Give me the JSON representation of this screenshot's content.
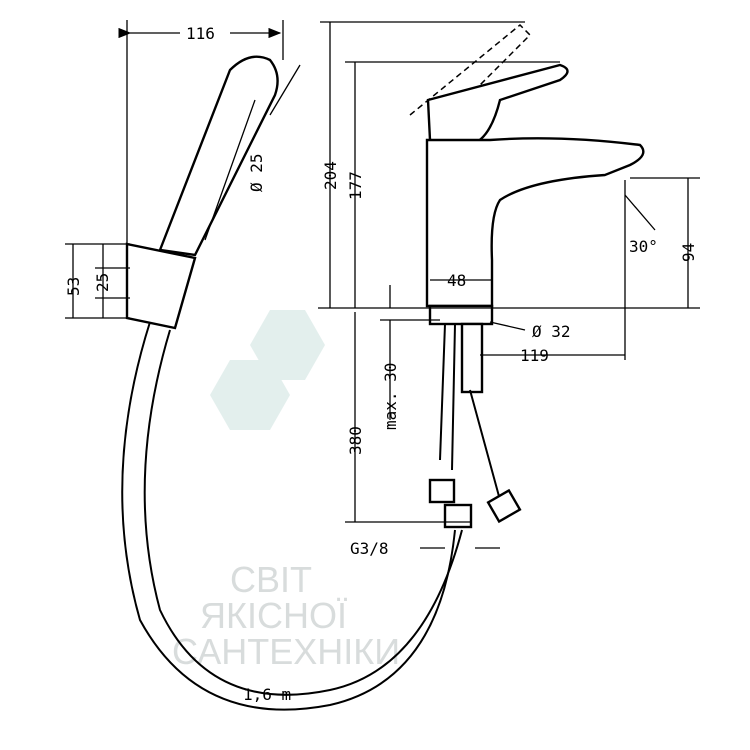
{
  "watermark": {
    "line1": "СВІТ",
    "line2": "ЯКІСНОЇ",
    "line3": "САНТЕХНІКИ",
    "color": "#d8e8e6"
  },
  "dimensions": {
    "shower_length": "116",
    "shower_diameter": "Ø 25",
    "holder_height": "53",
    "holder_inner": "25",
    "total_height": "204",
    "spout_height": "177",
    "body_width": "48",
    "spout_angle": "30°",
    "spout_clearance": "94",
    "base_diameter": "Ø 32",
    "reach": "119",
    "max_thickness": "max. 30",
    "hose_length_supply": "380",
    "thread": "G3/8",
    "hose_length": "1,6 m"
  }
}
